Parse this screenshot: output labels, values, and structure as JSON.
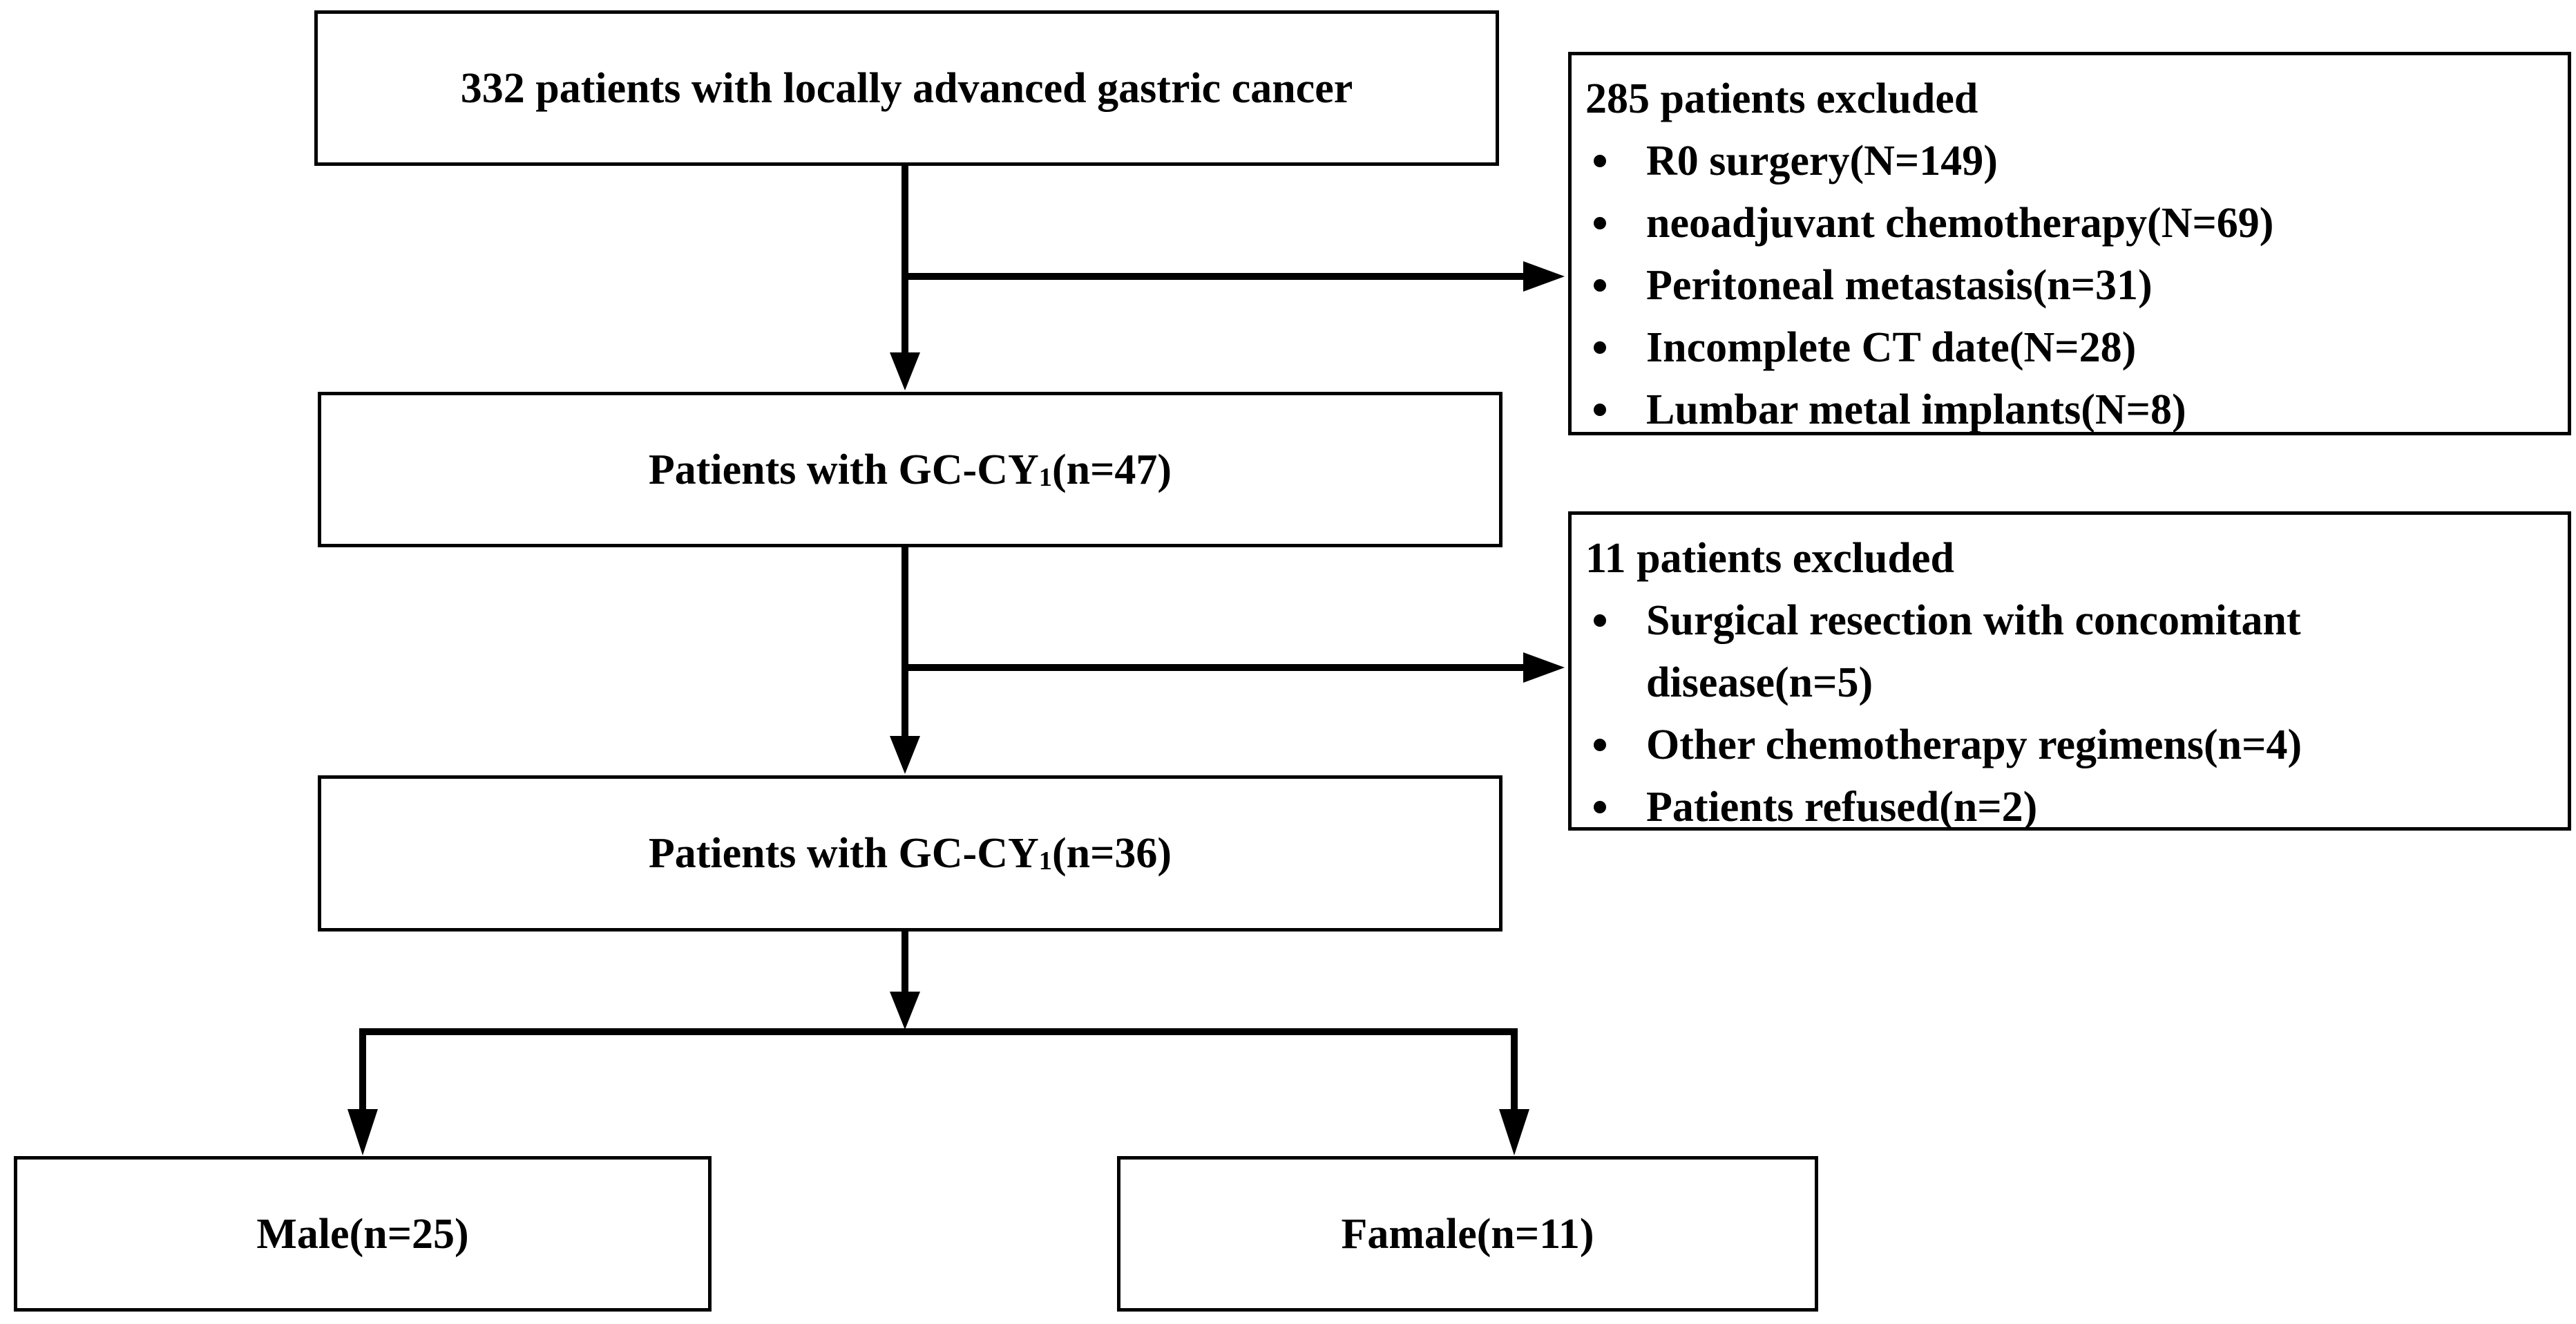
{
  "flowchart": {
    "step1": {
      "label": "332 patients with locally advanced gastric cancer"
    },
    "exclusion1": {
      "title": "285 patients excluded",
      "items": [
        "R0 surgery(N=149)",
        "neoadjuvant chemotherapy(N=69)",
        "Peritoneal metastasis(n=31)",
        "Incomplete CT date(N=28)",
        "Lumbar metal implants(N=8)"
      ]
    },
    "step2": {
      "prefix": "Patients with GC-CY",
      "subscript": "1",
      "suffix": "(n=47)"
    },
    "exclusion2": {
      "title": "11 patients excluded",
      "items": [
        {
          "line1": "Surgical resection with concomitant",
          "line2": "disease(n=5)"
        },
        "Other chemotherapy regimens(n=4)",
        "Patients refused(n=2)"
      ]
    },
    "step3": {
      "prefix": "Patients with GC-CY",
      "subscript": "1",
      "suffix": "(n=36)"
    },
    "male": {
      "label": "Male(n=25)"
    },
    "female": {
      "label": "Famale(n=11)"
    }
  }
}
